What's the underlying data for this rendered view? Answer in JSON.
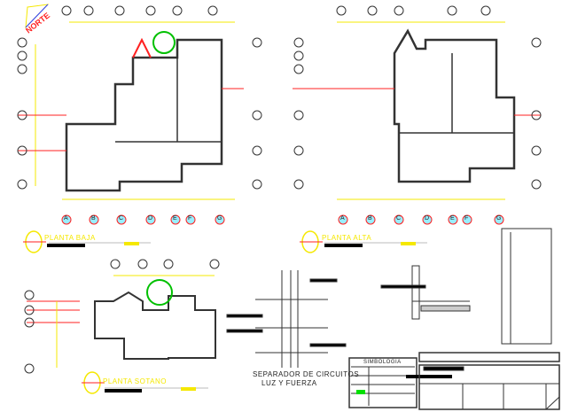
{
  "north_label": "NORTE",
  "plans": [
    {
      "title": "PLANTA BAJA",
      "axes": [
        "A",
        "B",
        "C",
        "D",
        "E",
        "F",
        "G"
      ]
    },
    {
      "title": "PLANTA ALTA",
      "axes": [
        "A",
        "B",
        "C",
        "D",
        "E",
        "F",
        "G"
      ]
    },
    {
      "title": "PLANTA SOTANO"
    }
  ],
  "separator_note": {
    "line1": "SEPARADOR DE CIRCUITOS",
    "line2": "LUZ Y FUERZA"
  },
  "legend": {
    "title": "SIMBOLOGIA"
  },
  "colors": {
    "wall": "#333333",
    "dimension": "#f5e800",
    "accent_red": "#ff2020",
    "accent_green": "#00e000"
  }
}
